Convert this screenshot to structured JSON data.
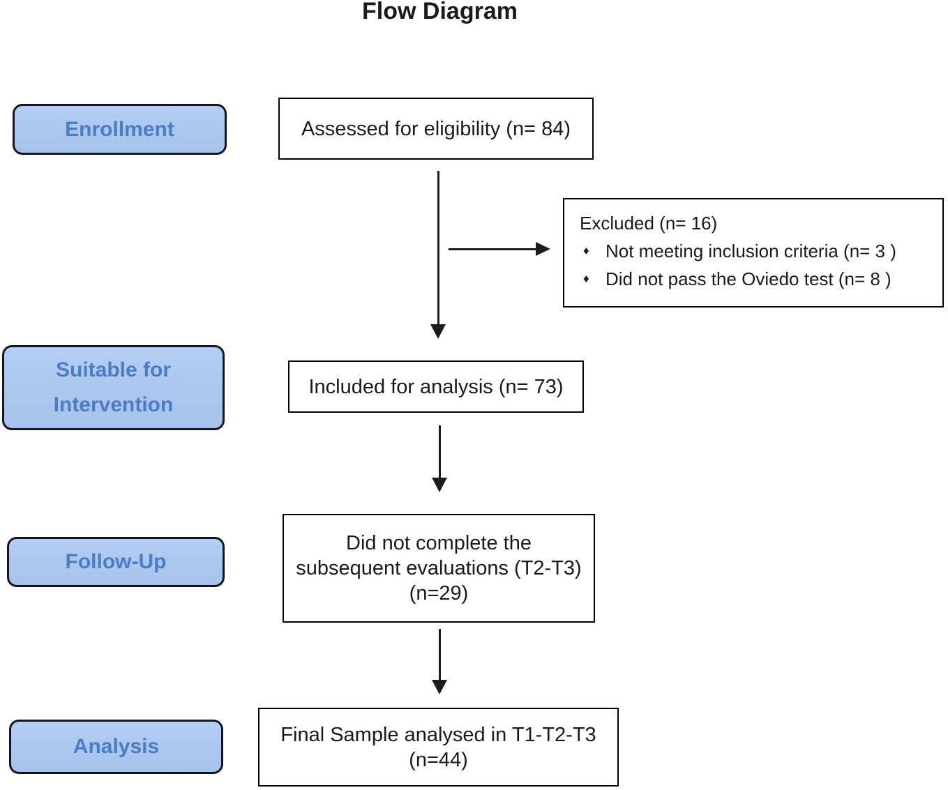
{
  "title": "Flow Diagram",
  "colors": {
    "stage_fill": "#aec7ef",
    "stage_border": "#15151e",
    "stage_text": "#4a7dc2",
    "box_border": "#000000",
    "box_text": "#1a1a1a",
    "arrow": "#1c1c1c",
    "background": "#ffffff"
  },
  "stages": {
    "enrollment": {
      "label": "Enrollment"
    },
    "suitable": {
      "label": "Suitable for Intervention"
    },
    "followup": {
      "label": "Follow-Up"
    },
    "analysis": {
      "label": "Analysis"
    }
  },
  "nodes": {
    "assessed": {
      "text": "Assessed for eligibility (n= 84)"
    },
    "excluded": {
      "title": "Excluded (n= 16)",
      "bullet_glyph": "♦",
      "bullets": [
        "Not meeting inclusion criteria (n= 3 )",
        "Did not pass the Oviedo test (n= 8 )"
      ]
    },
    "included": {
      "text": "Included for analysis (n= 73)"
    },
    "not_completed": {
      "text": "Did not complete the\nsubsequent evaluations (T2-T3)\n(n=29)"
    },
    "final_sample": {
      "text": "Final Sample analysed in T1-T2-T3\n(n=44)"
    }
  }
}
